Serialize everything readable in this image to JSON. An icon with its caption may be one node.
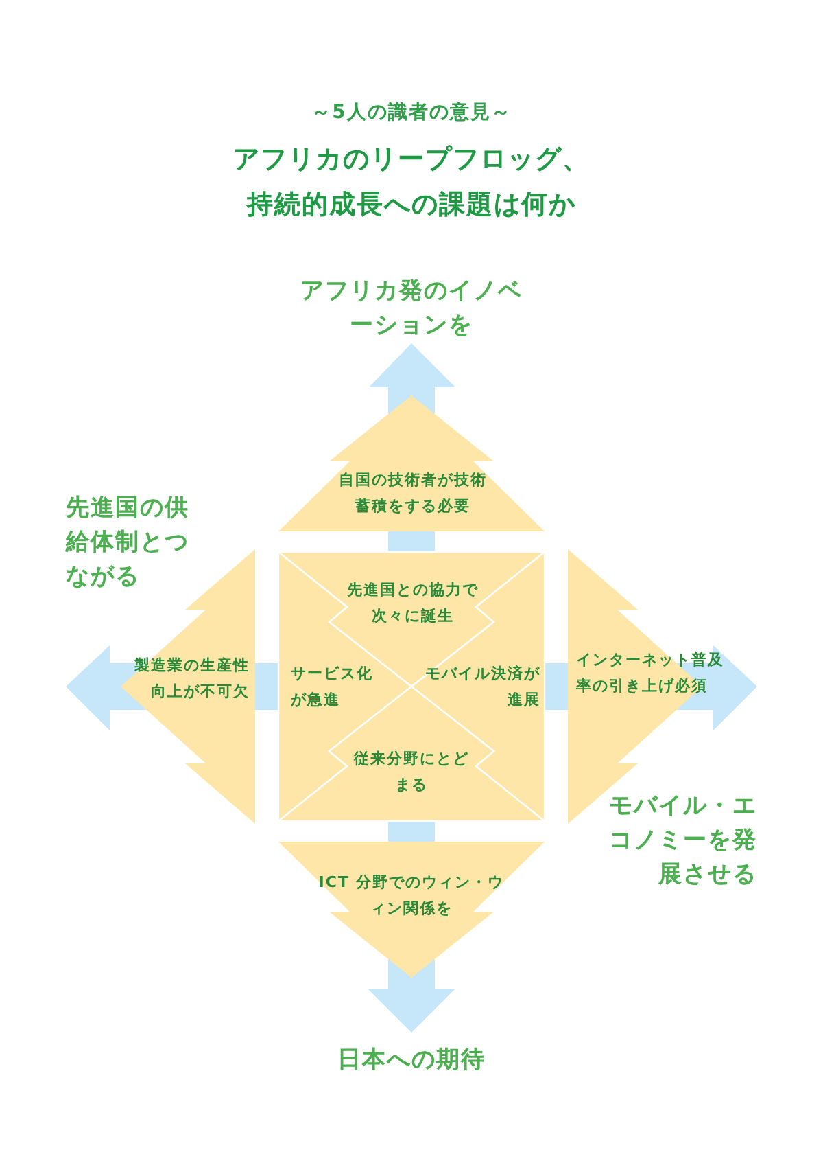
{
  "diagram": {
    "title": "アフリカのリープフロッグ、持続的成長への課題は何か",
    "nodes": [
      {
        "text": [
          "自国の技術者が技術蓄積をする必要"
        ]
      },
      {
        "text": [
          "製造業の生産性向上が不可欠"
        ]
      },
      {
        "text": [
          "先進国との協力で次々に誕生"
        ]
      },
      {
        "text": [
          "サービス化が急進"
        ]
      },
      {
        "text": [
          "モバイル決済が進展"
        ]
      },
      {
        "text": [
          "従来分野にとどまる"
        ]
      },
      {
        "text": [
          "インターネット普及率の引き上げ必須"
        ]
      },
      {
        "text": [
          "ICT 分野でのウィン・ウィン関係を"
        ]
      }
    ],
    "labels": [
      "～5人の識者の意見～",
      "アフリカ発のイノベーションを",
      "先進国の供給体制とつながる",
      "モバイル・エコノミーを発展させる",
      "日本への期待"
    ]
  }
}
